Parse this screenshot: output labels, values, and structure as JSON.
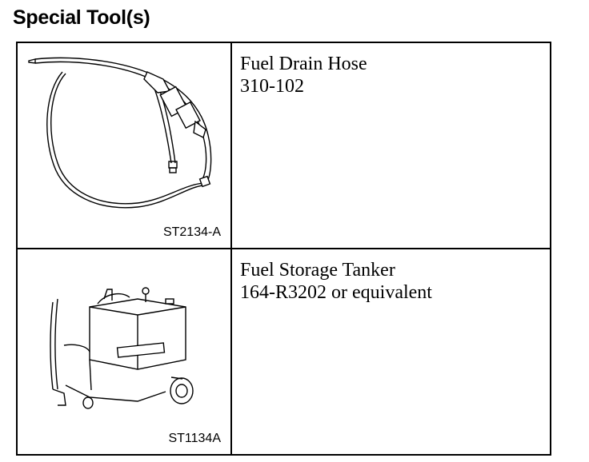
{
  "title": "Special Tool(s)",
  "tools": [
    {
      "image_code": "ST2134-A",
      "name": "Fuel Drain Hose",
      "part_number": "310-102",
      "icon": "fuel-drain-hose-illustration"
    },
    {
      "image_code": "ST1134A",
      "name": "Fuel Storage Tanker",
      "part_number": "164-R3202 or equivalent",
      "icon": "fuel-storage-tanker-illustration"
    }
  ]
}
